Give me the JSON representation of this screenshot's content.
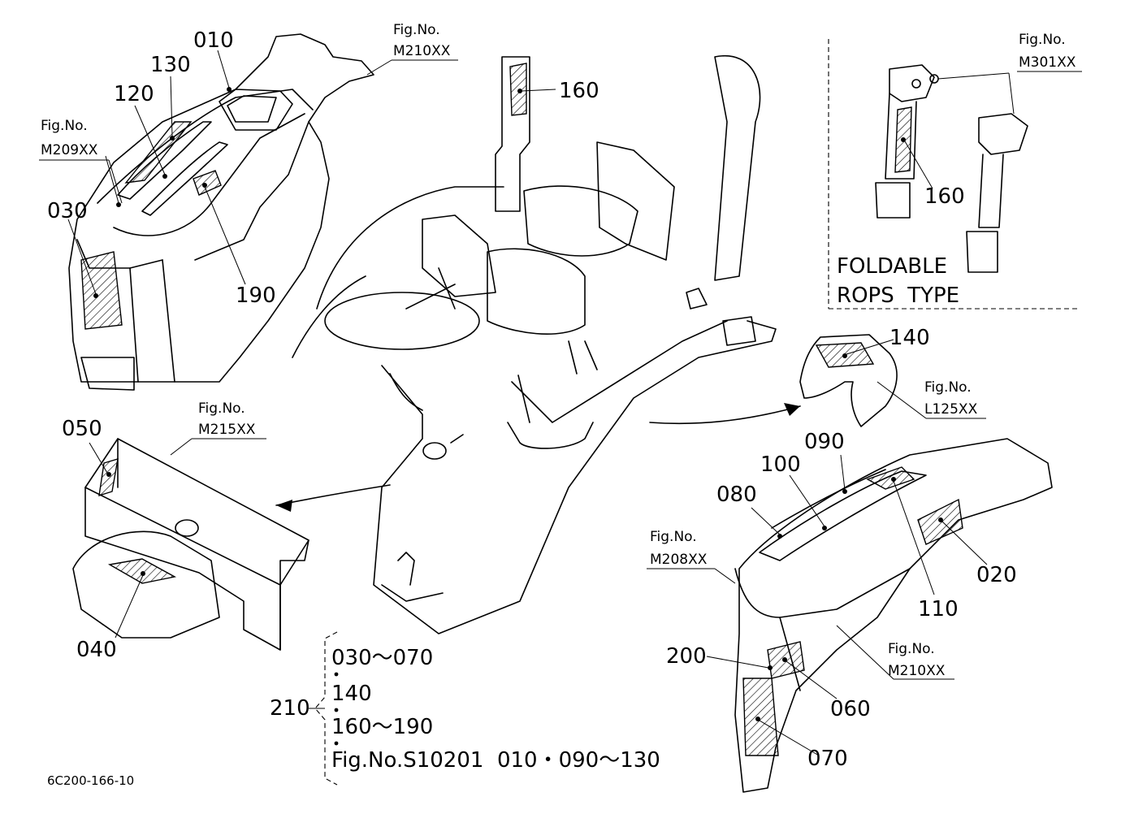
{
  "callouts": {
    "c010": "010",
    "c130": "130",
    "c120": "120",
    "c030": "030",
    "c190": "190",
    "c160a": "160",
    "c160b": "160",
    "c140": "140",
    "c050": "050",
    "c040": "040",
    "c090": "090",
    "c100": "100",
    "c080": "080",
    "c020": "020",
    "c110": "110",
    "c200": "200",
    "c060": "060",
    "c070": "070",
    "c210": "210"
  },
  "figures": {
    "m209": {
      "line1": "Fig.No.",
      "line2": "M209XX"
    },
    "m210top": {
      "line1": "Fig.No.",
      "line2": "M210XX"
    },
    "m301": {
      "line1": "Fig.No.",
      "line2": "M301XX"
    },
    "l125": {
      "line1": "Fig.No.",
      "line2": "L125XX"
    },
    "m215": {
      "line1": "Fig.No.",
      "line2": "M215XX"
    },
    "m208": {
      "line1": "Fig.No.",
      "line2": "M208XX"
    },
    "m210bottom": {
      "line1": "Fig.No.",
      "line2": "M210XX"
    }
  },
  "inset": {
    "line1": "FOLDABLE",
    "line2": "ROPS  TYPE"
  },
  "set_list": {
    "row1": "030～070",
    "row2": "140",
    "row3": "160～190",
    "row4": "Fig.No.S10201  010・090～130"
  },
  "drawing_code": "6C200-166-10"
}
